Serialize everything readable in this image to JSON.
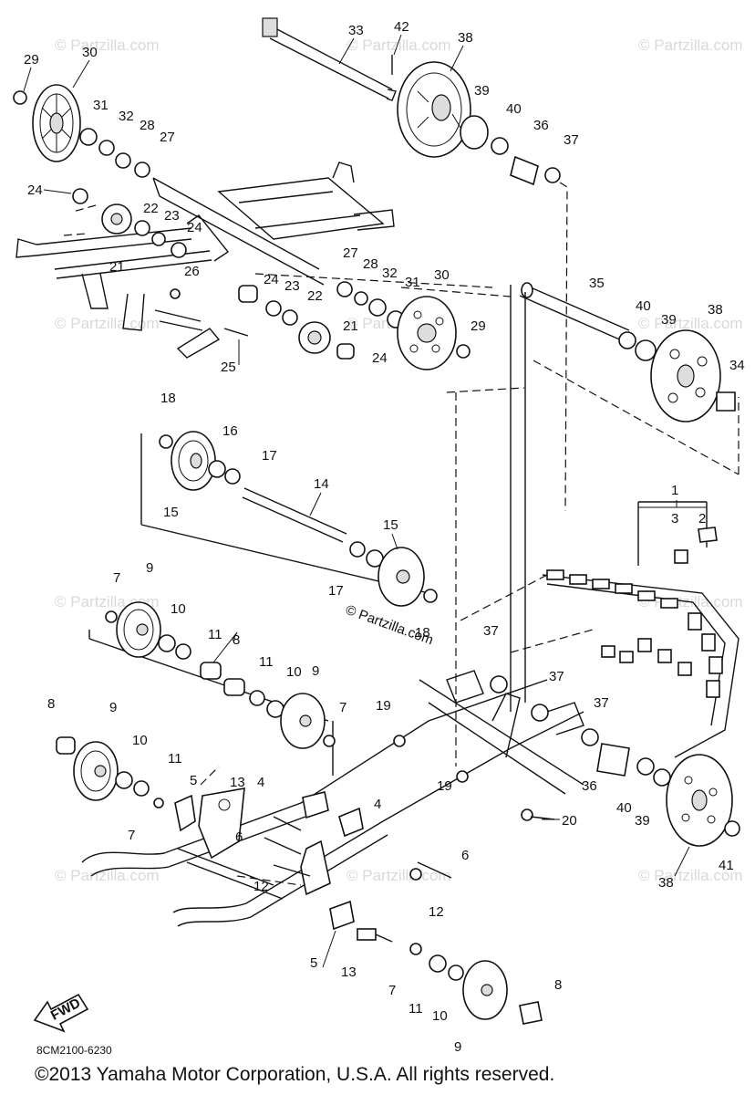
{
  "diagram": {
    "watermark": "© Partzilla.com",
    "center_watermark": "© Partzilla.com",
    "code": "8CM2100-6230",
    "copyright": "©2013 Yamaha Motor Corporation, U.S.A. All rights reserved.",
    "fwd_label": "FWD",
    "callouts": [
      "29",
      "30",
      "31",
      "32",
      "28",
      "27",
      "33",
      "42",
      "38",
      "39",
      "40",
      "36",
      "37",
      "24",
      "22",
      "23",
      "24",
      "21",
      "26",
      "27",
      "28",
      "32",
      "31",
      "30",
      "24",
      "23",
      "22",
      "21",
      "29",
      "24",
      "25",
      "35",
      "40",
      "39",
      "38",
      "34",
      "18",
      "16",
      "17",
      "14",
      "15",
      "15",
      "17",
      "18",
      "1",
      "3",
      "2",
      "7",
      "9",
      "10",
      "11",
      "8",
      "11",
      "10",
      "9",
      "7",
      "19",
      "37",
      "37",
      "37",
      "8",
      "9",
      "10",
      "11",
      "7",
      "5",
      "13",
      "4",
      "4",
      "6",
      "12",
      "6",
      "12",
      "19",
      "20",
      "36",
      "40",
      "39",
      "38",
      "41",
      "5",
      "13",
      "7",
      "11",
      "10",
      "9",
      "8"
    ]
  }
}
